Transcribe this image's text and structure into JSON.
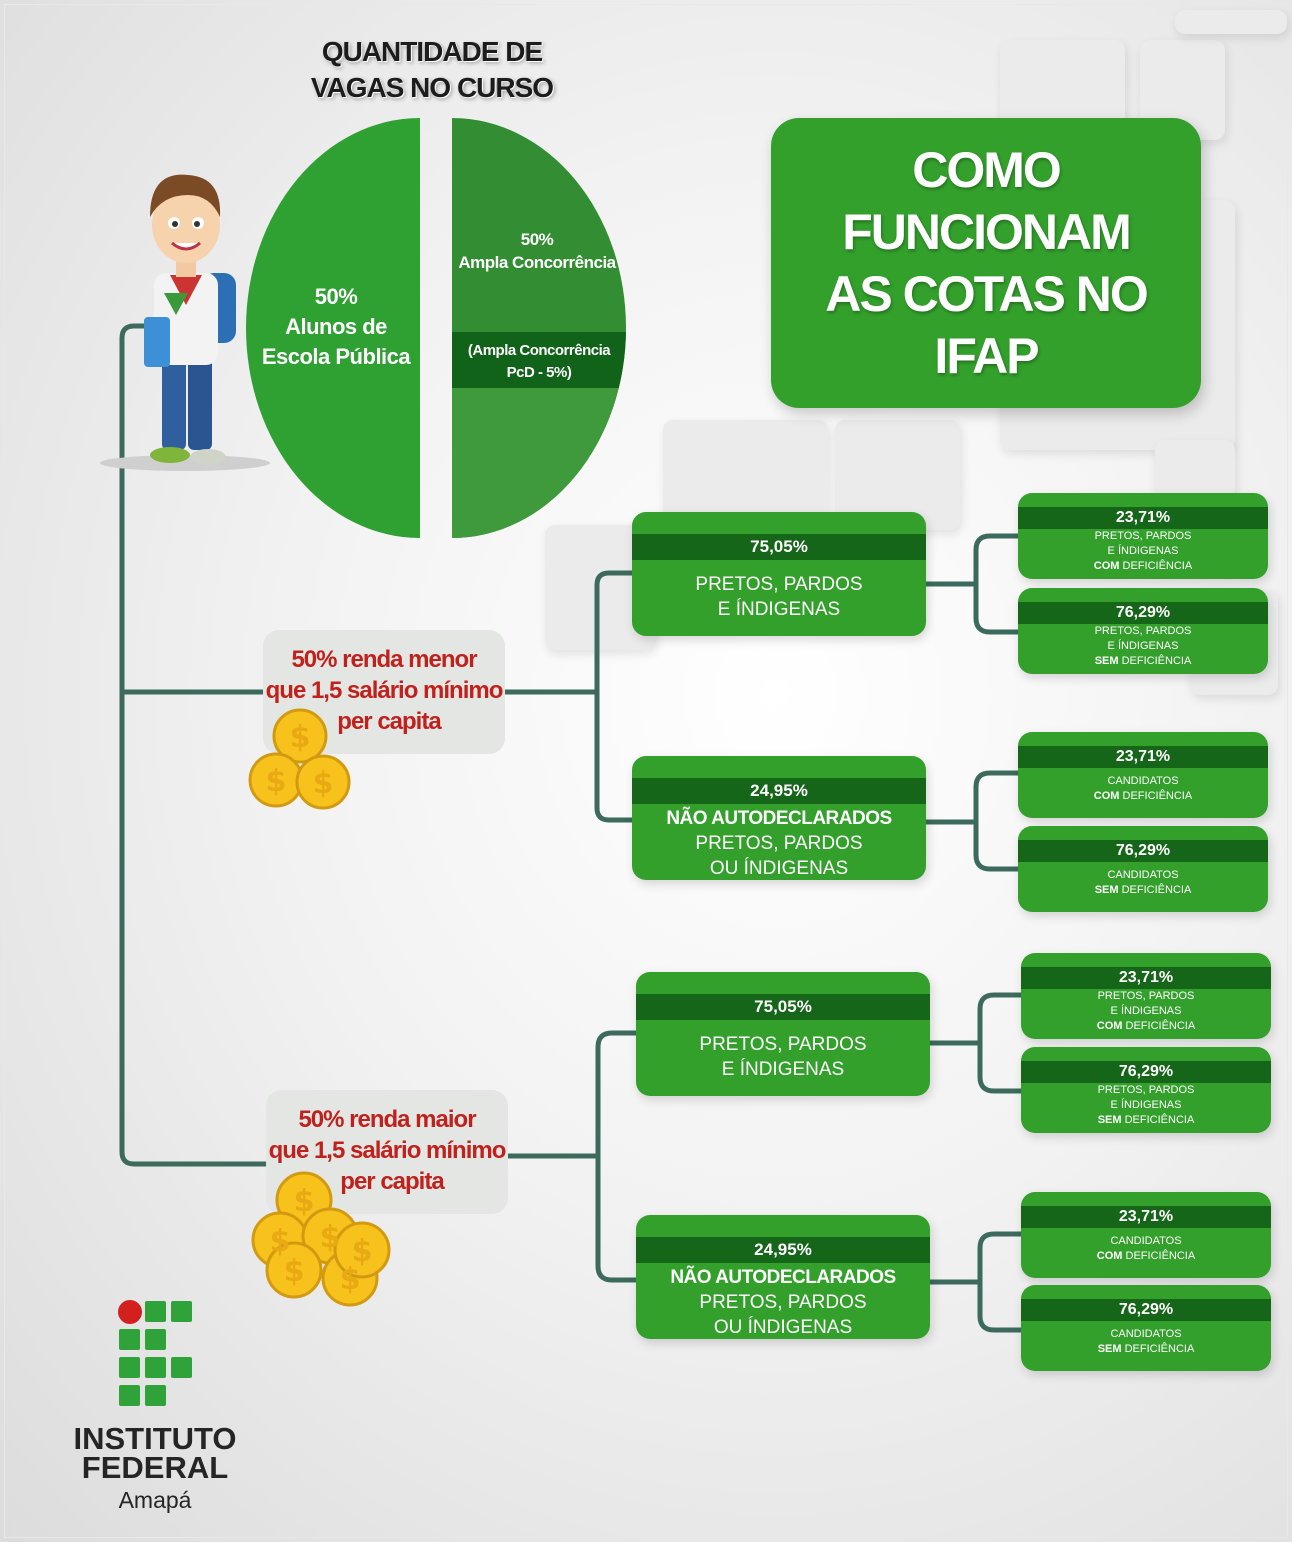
{
  "pie": {
    "title_line1": "QUANTIDADE DE",
    "title_line2": "VAGAS NO CURSO",
    "left_pct": "50%",
    "left_line1": "Alunos de",
    "left_line2": "Escola Pública",
    "right_pct": "50%",
    "right_label": "Ampla Concorrência",
    "pcd_line1": "(Ampla Concorrência",
    "pcd_line2": "PcD - 5%)"
  },
  "title": {
    "line1": "COMO FUNCIONAM",
    "line2": "AS COTAS NO IFAP"
  },
  "income_low": {
    "line1": "50%  renda menor",
    "line2": "que 1,5 salário mínimo",
    "line3": "per capita"
  },
  "income_high": {
    "line1": "50% renda maior",
    "line2": "que 1,5 salário mínimo",
    "line3": "per capita"
  },
  "groups": [
    {
      "ppi": {
        "pct": "75,05%",
        "line1": "PRETOS, PARDOS",
        "line2": "E ÍNDIGENAS"
      },
      "ppi_com": {
        "pct": "23,71%",
        "line1": "PRETOS, PARDOS",
        "line2": "E ÍNDIGENAS",
        "bold": "COM",
        "rest": " DEFICIÊNCIA"
      },
      "ppi_sem": {
        "pct": "76,29%",
        "line1": "PRETOS, PARDOS",
        "line2": "E ÍNDIGENAS",
        "bold": "SEM",
        "rest": " DEFICIÊNCIA"
      },
      "nao": {
        "pct": "24,95%",
        "line1": "NÃO AUTODECLARADOS",
        "line2": "PRETOS, PARDOS",
        "line3": "OU ÍNDIGENAS"
      },
      "nao_com": {
        "pct": "23,71%",
        "line1": "CANDIDATOS",
        "bold": "COM",
        "rest": " DEFICIÊNCIA"
      },
      "nao_sem": {
        "pct": "76,29%",
        "line1": "CANDIDATOS",
        "bold": "SEM",
        "rest": " DEFICIÊNCIA"
      }
    },
    {
      "ppi": {
        "pct": "75,05%",
        "line1": "PRETOS, PARDOS",
        "line2": "E ÍNDIGENAS"
      },
      "ppi_com": {
        "pct": "23,71%",
        "line1": "PRETOS, PARDOS",
        "line2": "E ÍNDIGENAS",
        "bold": "COM",
        "rest": " DEFICIÊNCIA"
      },
      "ppi_sem": {
        "pct": "76,29%",
        "line1": "PRETOS, PARDOS",
        "line2": "E ÍNDIGENAS",
        "bold": "SEM",
        "rest": " DEFICIÊNCIA"
      },
      "nao": {
        "pct": "24,95%",
        "line1": "NÃO AUTODECLARADOS",
        "line2": "PRETOS, PARDOS",
        "line3": "OU ÍNDIGENAS"
      },
      "nao_com": {
        "pct": "23,71%",
        "line1": "CANDIDATOS",
        "bold": "COM",
        "rest": " DEFICIÊNCIA"
      },
      "nao_sem": {
        "pct": "76,29%",
        "line1": "CANDIDATOS",
        "bold": "SEM",
        "rest": " DEFICIÊNCIA"
      }
    }
  ],
  "logo": {
    "line1": "INSTITUTO",
    "line2": "FEDERAL",
    "campus": "Amapá"
  },
  "icons": [
    "student-icon",
    "coins-icon",
    "institute-logo"
  ],
  "colors": {
    "green": "#33a02c",
    "dark_green": "#16661a",
    "connector": "#3c6a5c",
    "red_text": "#c0211c"
  }
}
